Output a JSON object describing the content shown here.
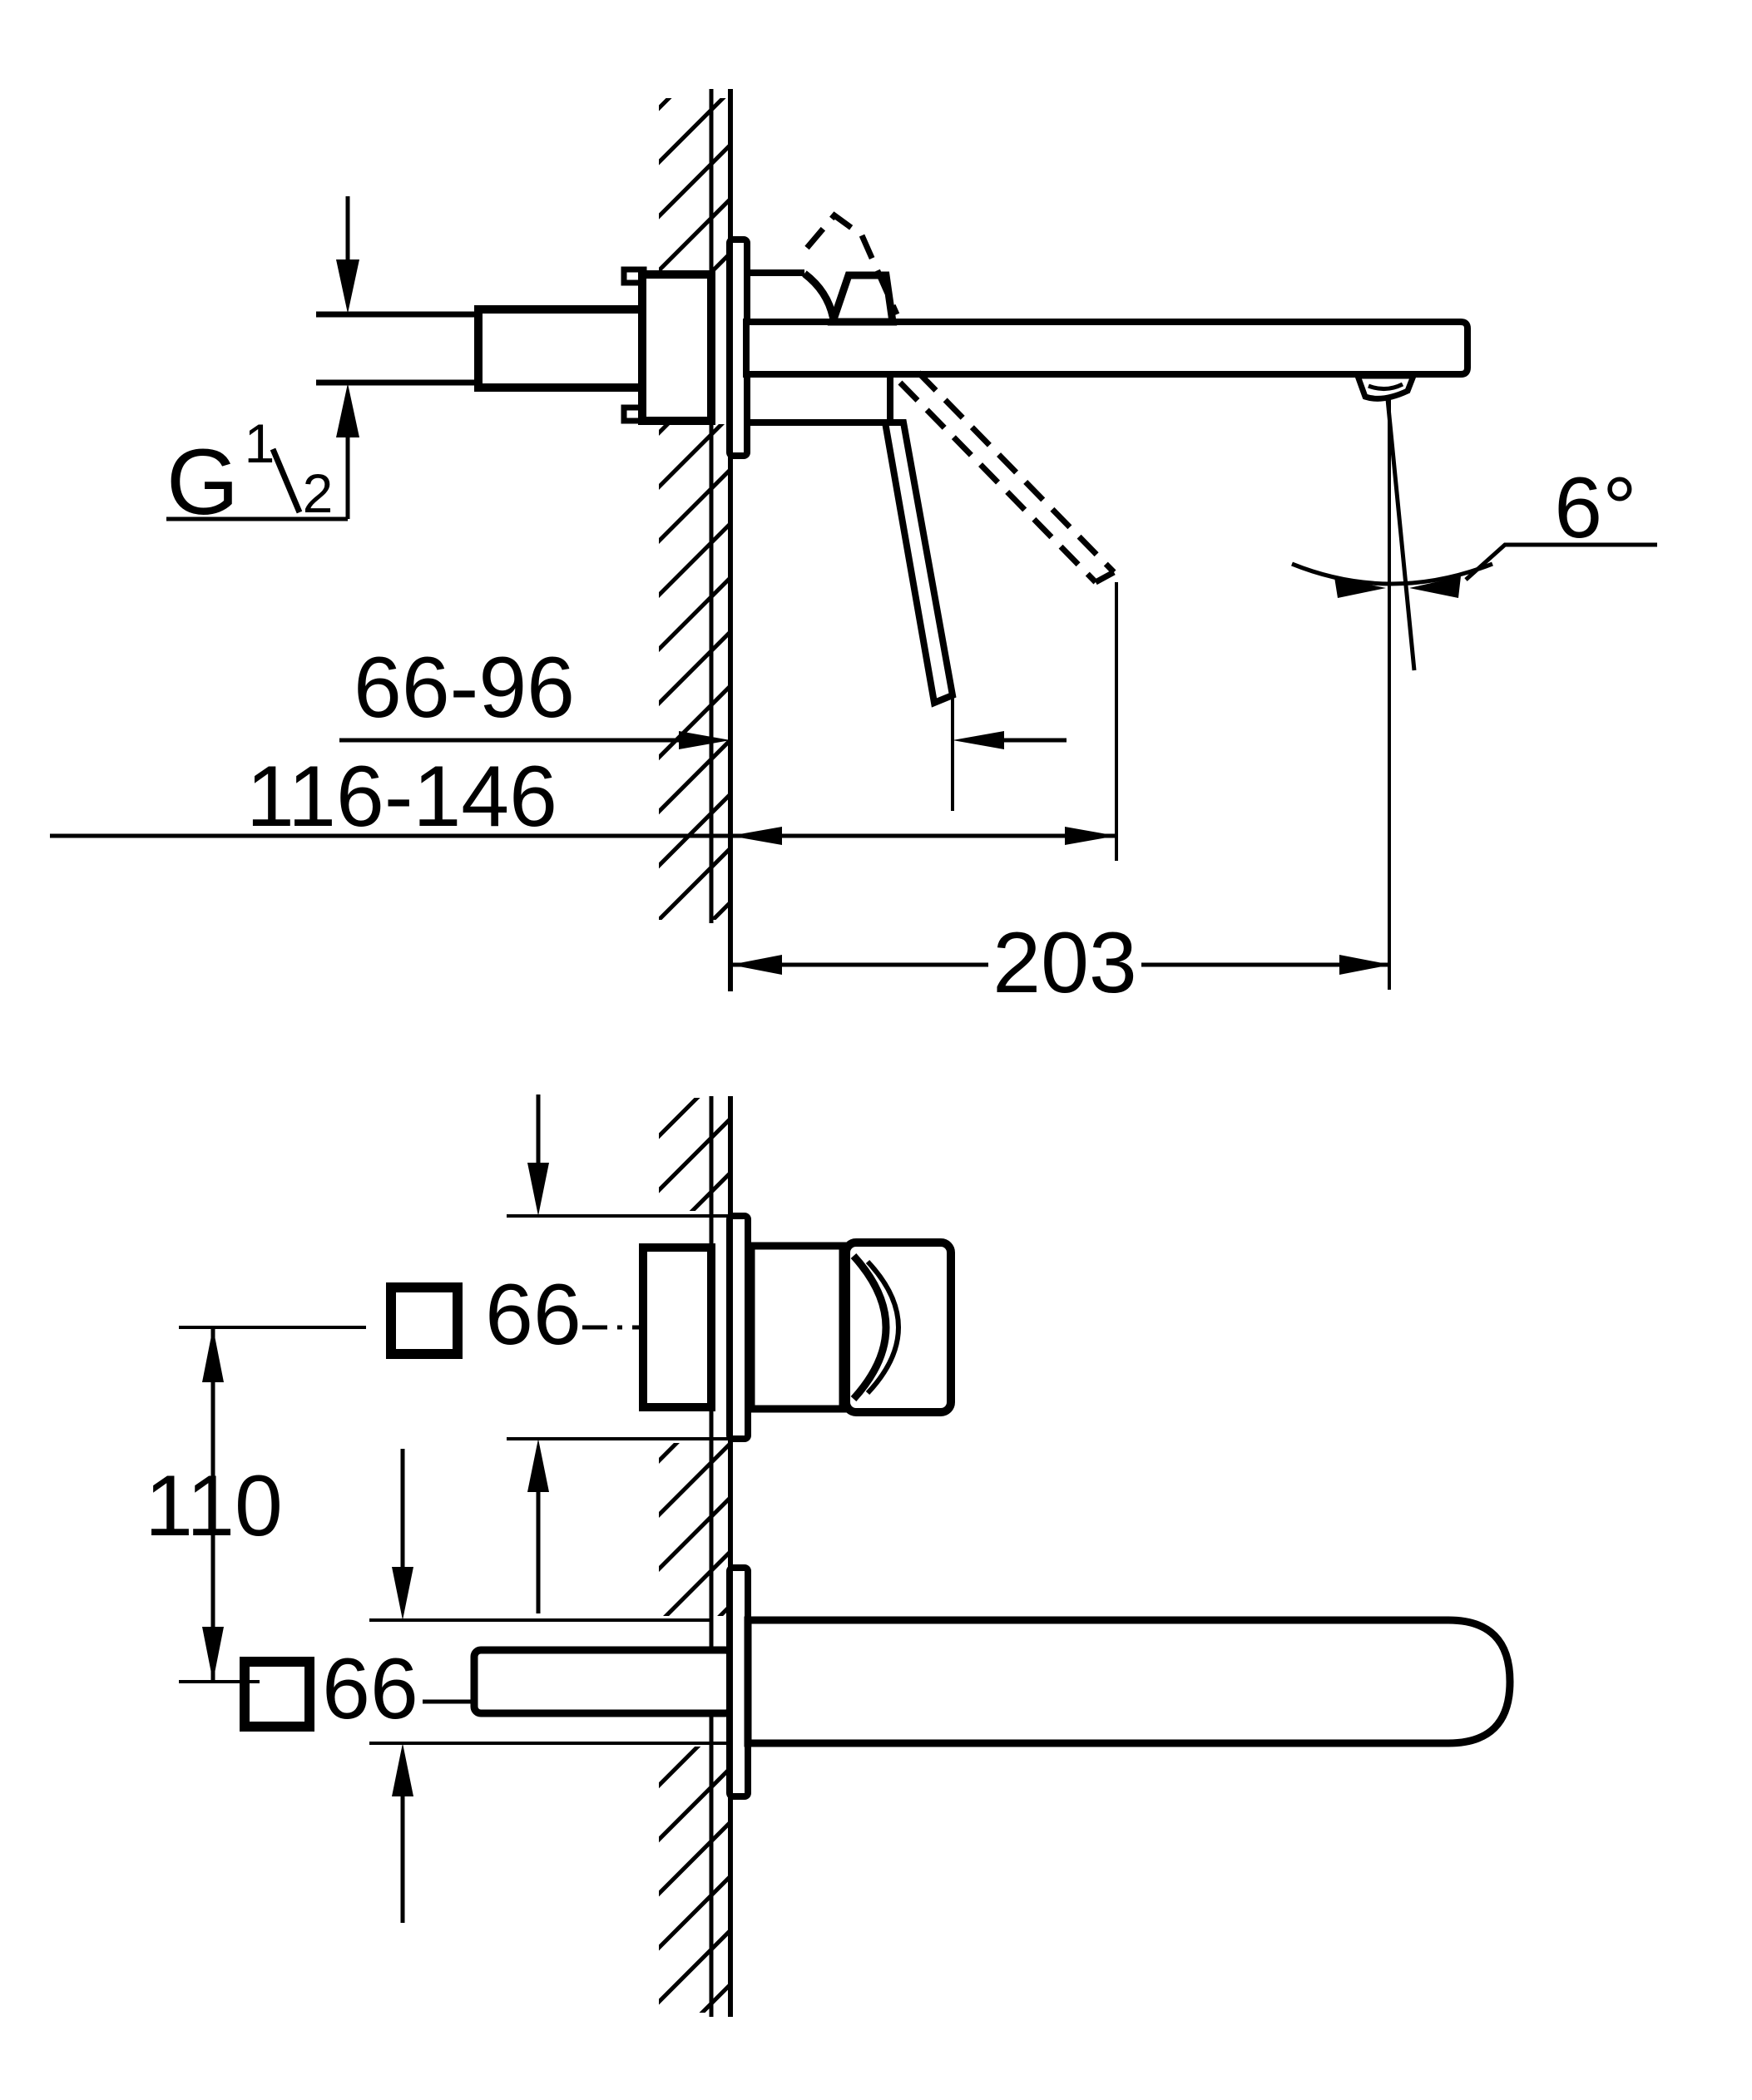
{
  "page": {
    "background_color": "#ffffff",
    "line_color": "#000000"
  },
  "side_view": {
    "title": "side-section-view",
    "thread_label": {
      "letter": "G",
      "numerator": "1",
      "slash": "/",
      "denominator": "2"
    },
    "dim_wall_to_handle": "66-96",
    "dim_wall_to_handle_raised": "116-146",
    "dim_spout_reach": "203",
    "dim_stream_angle": "6°"
  },
  "front_view": {
    "title": "front-view",
    "dim_handle_escutcheon": "66",
    "dim_spout_escutcheon": "66",
    "dim_center_distance": "110"
  }
}
